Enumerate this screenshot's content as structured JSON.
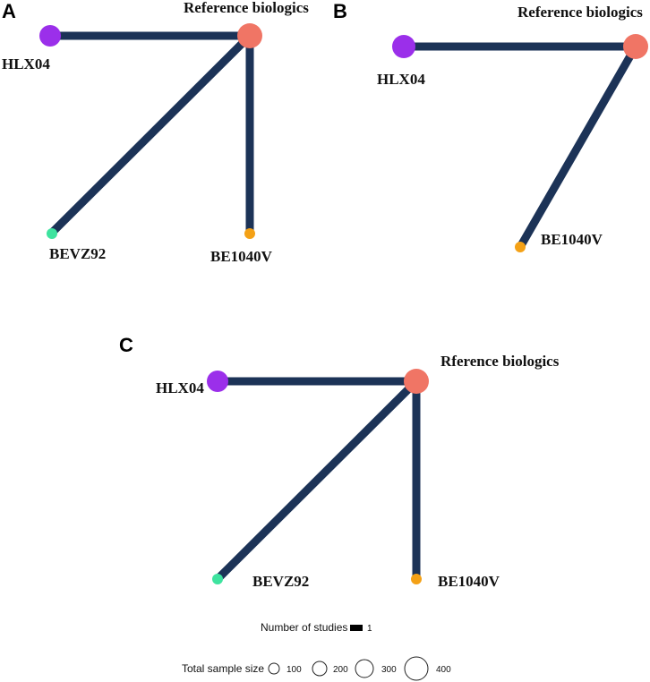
{
  "colors": {
    "edge": "#1c3357",
    "reference": "#f07565",
    "hlx04": "#9b2fea",
    "bevz92": "#3ee39f",
    "be1040v": "#f4a116"
  },
  "panels": [
    {
      "letter": "A",
      "nodes": [
        {
          "id": "ref",
          "label": "Reference biologics"
        },
        {
          "id": "hlx04",
          "label": "HLX04"
        },
        {
          "id": "bevz92",
          "label": "BEVZ92"
        },
        {
          "id": "be1040v",
          "label": "BE1040V"
        }
      ],
      "edges": [
        {
          "from": "hlx04",
          "to": "ref"
        },
        {
          "from": "bevz92",
          "to": "ref"
        },
        {
          "from": "be1040v",
          "to": "ref"
        }
      ]
    },
    {
      "letter": "B",
      "nodes": [
        {
          "id": "ref",
          "label": "Reference biologics"
        },
        {
          "id": "hlx04",
          "label": "HLX04"
        },
        {
          "id": "be1040v",
          "label": "BE1040V"
        }
      ],
      "edges": [
        {
          "from": "hlx04",
          "to": "ref"
        },
        {
          "from": "be1040v",
          "to": "ref"
        }
      ]
    },
    {
      "letter": "C",
      "nodes": [
        {
          "id": "ref",
          "label": "Rference biologics"
        },
        {
          "id": "hlx04",
          "label": "HLX04"
        },
        {
          "id": "bevz92",
          "label": "BEVZ92"
        },
        {
          "id": "be1040v",
          "label": "BE1040V"
        }
      ],
      "edges": [
        {
          "from": "hlx04",
          "to": "ref"
        },
        {
          "from": "bevz92",
          "to": "ref"
        },
        {
          "from": "be1040v",
          "to": "ref"
        }
      ]
    }
  ],
  "legend": {
    "studies_label": "Number of studies",
    "studies_value": "1",
    "sample_label": "Total sample size",
    "sample_values": [
      "100",
      "200",
      "300",
      "400"
    ]
  }
}
